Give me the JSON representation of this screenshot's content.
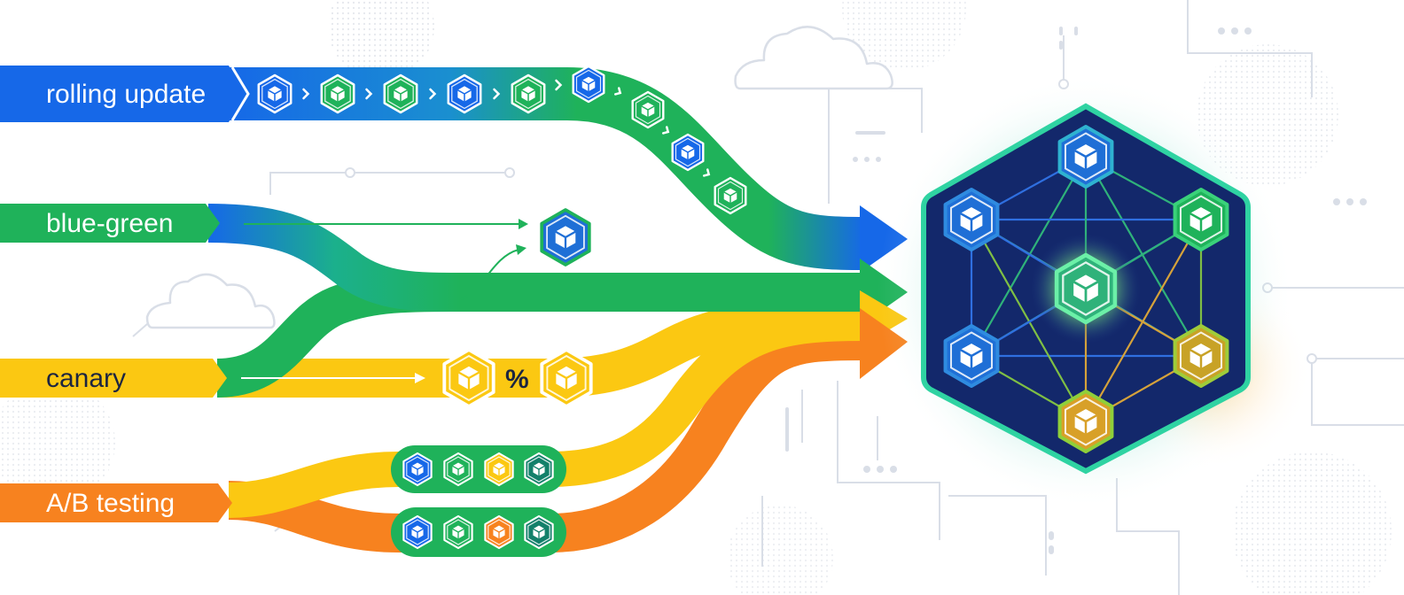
{
  "labels": {
    "rolling": "rolling update",
    "bluegreen": "blue-green",
    "canary": "canary",
    "ab": "A/B testing"
  },
  "canary_symbol": "%",
  "colors": {
    "blue": "#1668e8",
    "green": "#1fb25a",
    "yellow": "#fbc812",
    "orange": "#f7821f",
    "navy": "#13286b",
    "dark_text": "#1c2541",
    "decor": "#d9dee7"
  },
  "icons": {
    "node": "cube-icon",
    "hub": "cluster-hexagon-icon"
  }
}
